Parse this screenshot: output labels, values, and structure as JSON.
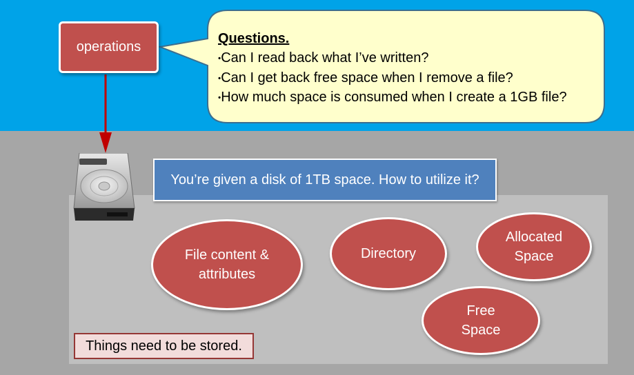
{
  "colors": {
    "top_band": "#00a3e8",
    "bottom_band": "#a6a6a6",
    "panel": "#bfbfbf",
    "node_fill": "#c0504d",
    "callout_fill": "#ffffcc",
    "banner_fill": "#4f81bd",
    "note_fill": "#f2dcdb",
    "arrow": "#c00000"
  },
  "operations": {
    "label": "operations"
  },
  "callout": {
    "title": "Questions.",
    "bullet": "•",
    "lines": [
      "Can I read back what I’ve written?",
      "Can I get back free space when I remove a file?",
      "How much space is consumed when I create a 1GB file?"
    ]
  },
  "banner": {
    "text": "You’re given a disk of 1TB space. How to utilize it?"
  },
  "nodes": [
    {
      "label": "File content &\nattributes"
    },
    {
      "label": "Directory"
    },
    {
      "label": "Allocated\nSpace"
    },
    {
      "label": "Free\nSpace"
    }
  ],
  "note": {
    "text": "Things need to be stored."
  },
  "disk": {
    "icon": "hard-disk-icon"
  }
}
